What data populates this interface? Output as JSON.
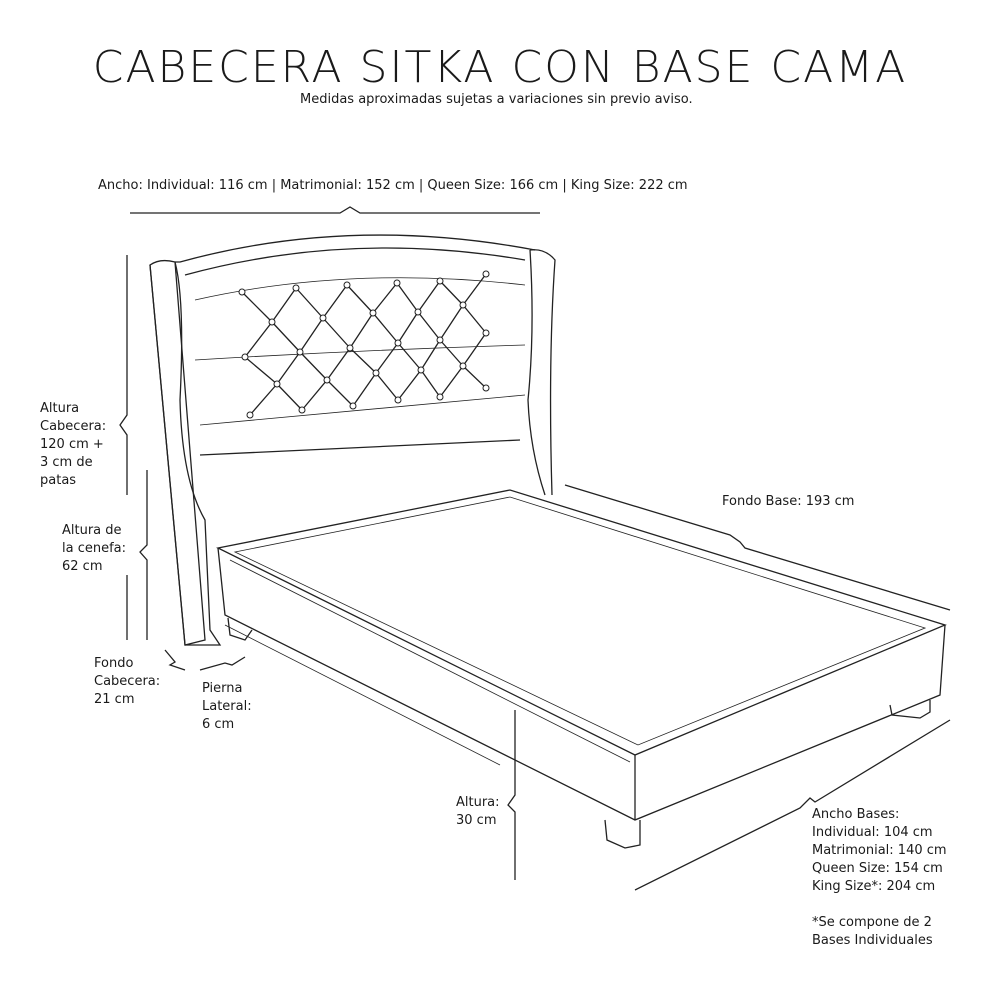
{
  "title": "CABECERA SITKA CON BASE CAMA",
  "subtitle": "Medidas aproximadas sujetas a variaciones sin previo aviso.",
  "labels": {
    "ancho": "Ancho: Individual: 116 cm | Matrimonial: 152 cm | Queen Size: 166 cm | King Size: 222 cm",
    "altura_cabecera": "Altura\nCabecera:\n120 cm +\n3 cm de\npatas",
    "altura_cenefa": "Altura de\nla cenefa:\n62 cm",
    "fondo_cabecera": "Fondo\nCabecera:\n21 cm",
    "pierna_lateral": "Pierna\nLateral:\n6 cm",
    "fondo_base": "Fondo Base: 193 cm",
    "altura": "Altura:\n30 cm",
    "ancho_bases": "Ancho Bases:\nIndividual: 104 cm\nMatrimonial: 140 cm\nQueen Size: 154 cm\nKing Size*: 204 cm",
    "nota": "*Se compone de 2\nBases Individuales"
  }
}
